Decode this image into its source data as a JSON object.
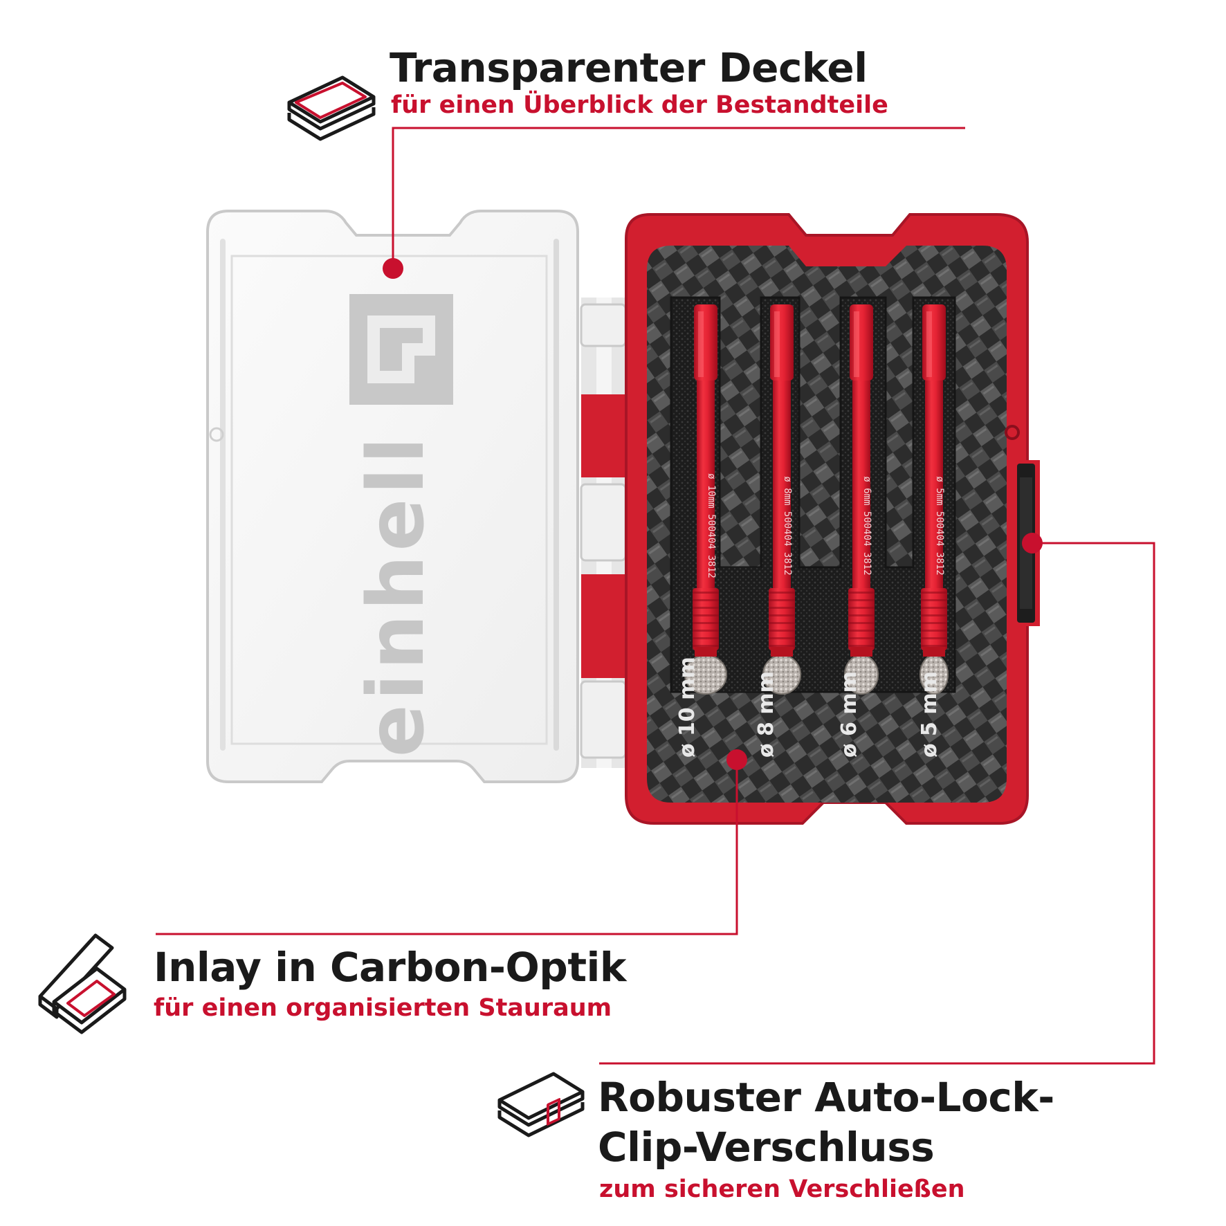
{
  "features": [
    {
      "title": "Transparenter Deckel",
      "subtitle": "für einen Überblick der Bestandteile",
      "icon": "lid-box-icon"
    },
    {
      "title": "Inlay in Carbon-Optik",
      "subtitle": "für einen organisierten Stauraum",
      "icon": "open-case-icon"
    },
    {
      "title_line1": "Robuster Auto-Lock-",
      "title_line2": "Clip-Verschluss",
      "subtitle": "zum sicheren Verschließen",
      "icon": "closed-case-icon"
    }
  ],
  "product": {
    "slots": [
      {
        "size_label": "ø 10 mm",
        "bit_marking": "ø 10mm 500404 3812"
      },
      {
        "size_label": "ø 8 mm",
        "bit_marking": "ø 8mm 500404 3812"
      },
      {
        "size_label": "ø 6 mm",
        "bit_marking": "ø 6mm 500404 3812"
      },
      {
        "size_label": "ø 5 mm",
        "bit_marking": "ø 5mm 500404 3812"
      }
    ],
    "lid_logo": "einhell"
  },
  "colors": {
    "accent_red": "#c8102e",
    "case_red": "#d21f2f",
    "text_dark": "#1a1a1a",
    "carbon": "#3a3a3a"
  }
}
